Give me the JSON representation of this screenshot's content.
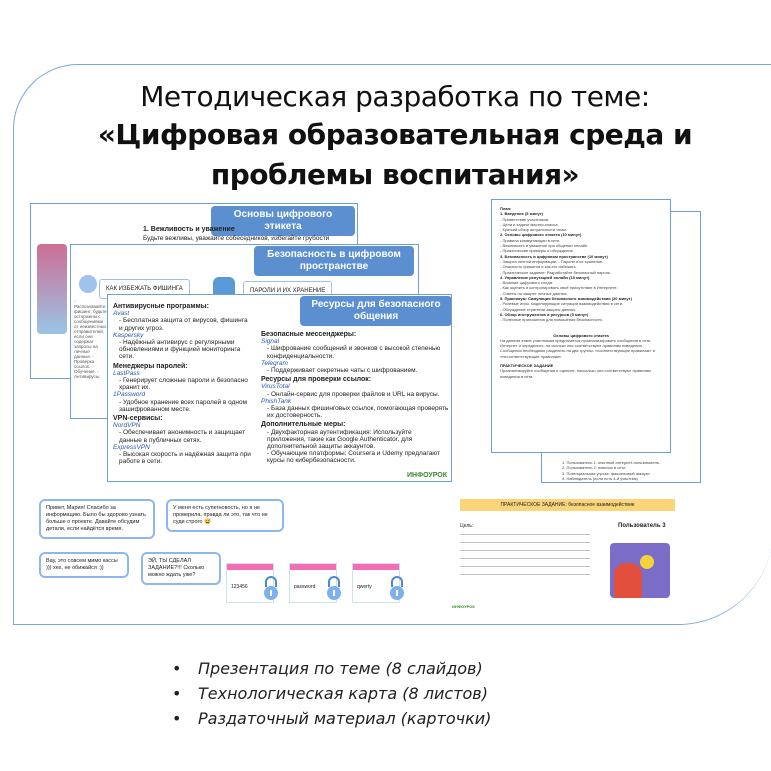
{
  "title": {
    "line1": "Методическая разработка по теме:",
    "line2": "«Цифровая образовательная среда и",
    "line3": "проблемы воспитания»"
  },
  "slides": {
    "s1": {
      "header": "Основы цифрового этикета",
      "sub": "1. Вежливость и уважение",
      "text": "Будьте вежливы, уважайте собеседников, избегайте грубости"
    },
    "s2": {
      "header": "Безопасность в цифровом пространстве",
      "btn1": "КАК ИЗБЕЖАТЬ ФИШИНГА",
      "btn2": "ПАРОЛИ И ИХ ХРАНЕНИЕ",
      "side": "- Распознавайте фишинг: будьте осторожны с сообщениями от неизвестных отправителей, если они содержат запросы на личные данные. - Проверка ссылок. - Обучение. - Антивирусы."
    },
    "s3": {
      "header": "Ресурсы для безопасного общения",
      "left": [
        {
          "h": "Антивирусные программы:",
          "items": [
            [
              "Avast",
              "- Бесплатная защита от вирусов, фишинга и других угроз."
            ],
            [
              "Kaspersky",
              "- Надёжный антивирус с регулярными обновлениями и функцией мониторинга сети."
            ]
          ]
        },
        {
          "h": "Менеджеры паролей:",
          "items": [
            [
              "LastPass",
              "- Генерирует сложные пароли и безопасно хранит их."
            ],
            [
              "1Password",
              "- Удобное хранение всех паролей в одном зашифрованном месте."
            ]
          ]
        },
        {
          "h": "VPN-сервисы:",
          "items": [
            [
              "NordVPN",
              "- Обеспечивает анонимность и защищает данные в публичных сетях."
            ],
            [
              "ExpressVPN",
              "- Высокая скорость и надёжная защита при работе в сети."
            ]
          ]
        }
      ],
      "right": [
        {
          "h": "Безопасные мессенджеры:",
          "items": [
            [
              "Signal",
              "- Шифрование сообщений и звонков с высокой степенью конфиденциальности."
            ],
            [
              "Telegram",
              "- Поддерживает секретные чаты с шифрованием."
            ]
          ]
        },
        {
          "h": "Ресурсы для проверки ссылок:",
          "items": [
            [
              "VirusTotal",
              "- Онлайн-сервис для проверки файлов и URL на вирусы."
            ],
            [
              "PhishTank",
              "- База данных фишинговых ссылок, помогающая проверять их достоверность."
            ]
          ]
        },
        {
          "h": "Дополнительные меры:",
          "items": [
            [
              "",
              "- Двухфакторная аутентификация: Используйте приложения, такие как Google Authenticator, для дополнительной защиты аккаунтов."
            ],
            [
              "",
              "- Обучающие платформы: Coursera и Udemy предлагают курсы по кибербезопасности."
            ]
          ]
        }
      ],
      "logo": "ИНФОУРОК"
    }
  },
  "doc": {
    "lines": [
      "План:",
      "1. Введение (5 минут)",
      "- Приветствие участников.",
      "- Цели и задачи мастер-класса.",
      "- Краткий обзор актуальности темы.",
      "2. Основы цифрового этикета (10 минут)",
      "- Правила коммуникации в сети.",
      "- Вежливость и уважение при общении онлайн.",
      "- Практические примеры и обсуждение.",
      "3. Безопасность в цифровом пространстве (10 минут)",
      "- Защита личной информации. - Пароли и их хранение.",
      "- Опасность фишинга и как его избежать.",
      "- Практическое задание: Разработайте безопасный пароль.",
      "4. Управление репутацией онлайн (15 минут)",
      "- Влияние цифрового следа.",
      "- Как оценить и контролировать своё присутствие в Интернете.",
      "- Советы по защите личных данных.",
      "5. Практикум: Симуляция безопасного взаимодействия (20 минут)",
      "- Ролевые игры, моделирующие ситуации взаимодействия в сети.",
      "- Обсуждение стратегии защиты данных.",
      "6. Обзор инструментов и ресурсов (5 минут)",
      "- Полезные приложения для повышения безопасности."
    ],
    "section": "Основы цифрового этикета",
    "para": "На данном этапе участникам предлагается проанализировать сообщения в сети Интернет и определить, на сколько они соответствуют правилам поведения. Сообщения необходимо разделить на две группы: «соответствующие правилам» и «несоответствующие правилам».",
    "task": "ПРАКТИЧЕСКОЕ ЗАДАНИЕ",
    "task_text": "Проанализируйте сообщения и оцените, насколько они соответствуют правилам поведения в сети.",
    "back_lines": [
      "1. Пользователь 1: опытный интернет-пользователь.",
      "2. Пользователь 2: новичок в сети.",
      "3. Потенциальная угроза: фишинговый аккаунт.",
      "4. Наблюдатель (если есть 4-й участник)"
    ]
  },
  "chat": [
    "Привет, Мария! Спасибо за информацию. Было бы здорово узнать больше о проекте. Давайте обсудим детали, если найдётся время.",
    "У меня есть супerновость, но я не проверила, правда ли это, так что не суди строго 😅",
    "Вау, это совсем мимо кассы ))) хех, не обижайся :))",
    "ЭЙ, ТЫ СДЕЛАЛ ЗАДАНИЕ?!!! Сколько можно ждать уже?"
  ],
  "passwords": [
    "123456",
    "password",
    "qwerty"
  ],
  "pres": {
    "banner": "ПРАКТИЧЕСКОЕ ЗАДАНИЕ: безопасное взаимодействие",
    "left_title": "Цель:",
    "card_title": "Пользователь 3",
    "logo": "ИНФОУРОК"
  },
  "bullets": [
    "Презентация по теме (8 слайдов)",
    "Технологическая карта (8 листов)",
    "Раздаточный материал (карточки)"
  ]
}
